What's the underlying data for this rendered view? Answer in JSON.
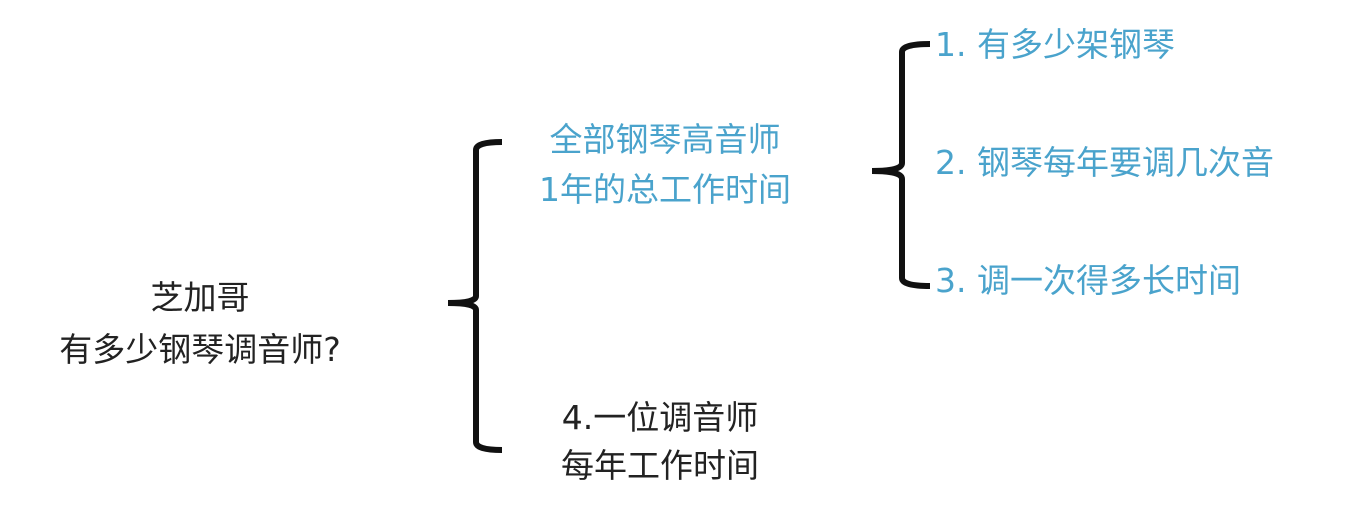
{
  "root": {
    "line1": "芝加哥",
    "line2": "有多少钢琴调音师?"
  },
  "branch_total": {
    "line1": "全部钢琴高音师",
    "line2": "1年的总工作时间"
  },
  "sub_items": [
    "1. 有多少架钢琴",
    "2. 钢琴每年要调几次音",
    "3. 调一次得多长时间"
  ],
  "branch_single": {
    "line1": "4.一位调音师",
    "line2": "每年工作时间"
  },
  "colors": {
    "accent": "#4aa3cc",
    "text": "#222222",
    "bracket": "#111111"
  }
}
